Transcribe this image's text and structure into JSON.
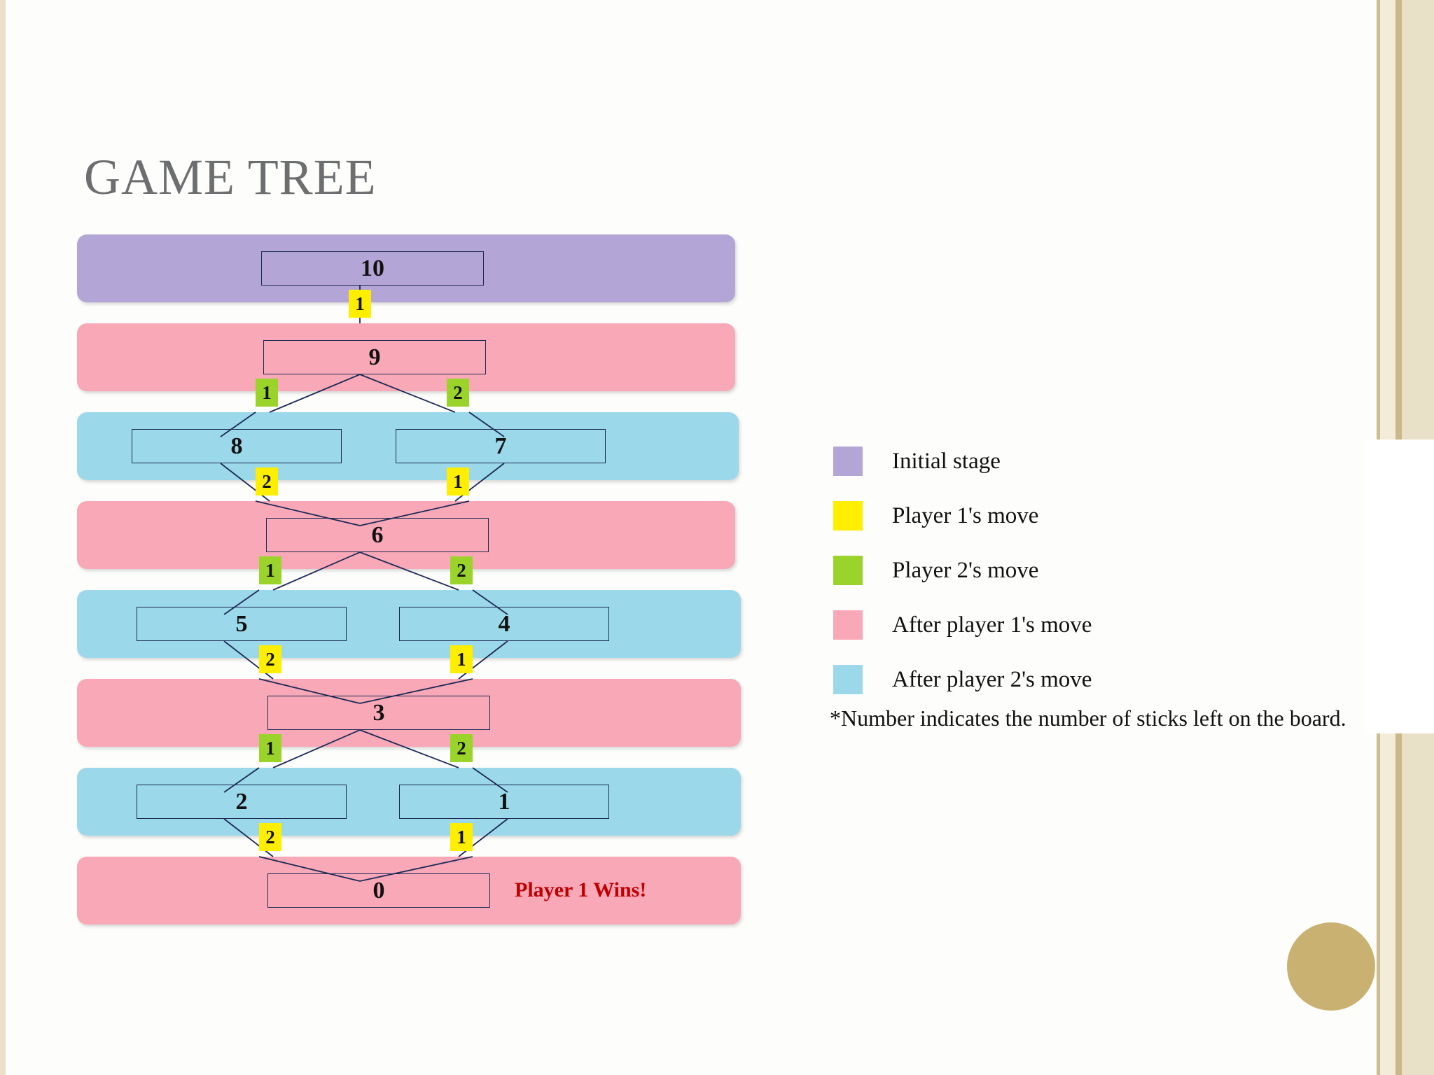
{
  "slide": {
    "title": "GAME TREE"
  },
  "tree": {
    "rows": [
      {
        "stage": "initial",
        "nodes": [
          {
            "value": "10"
          }
        ]
      },
      {
        "stage": "after-player-1",
        "nodes": [
          {
            "value": "9"
          }
        ]
      },
      {
        "stage": "after-player-2",
        "nodes": [
          {
            "value": "8"
          },
          {
            "value": "7"
          }
        ]
      },
      {
        "stage": "after-player-1",
        "nodes": [
          {
            "value": "6"
          }
        ]
      },
      {
        "stage": "after-player-2",
        "nodes": [
          {
            "value": "5"
          },
          {
            "value": "4"
          }
        ]
      },
      {
        "stage": "after-player-1",
        "nodes": [
          {
            "value": "3"
          }
        ]
      },
      {
        "stage": "after-player-2",
        "nodes": [
          {
            "value": "2"
          },
          {
            "value": "1"
          }
        ]
      },
      {
        "stage": "after-player-1",
        "nodes": [
          {
            "value": "0"
          }
        ]
      }
    ],
    "moves": [
      {
        "label": "1",
        "player": "p1"
      },
      {
        "label": "1",
        "player": "p2"
      },
      {
        "label": "2",
        "player": "p2"
      },
      {
        "label": "2",
        "player": "p1"
      },
      {
        "label": "1",
        "player": "p1"
      },
      {
        "label": "1",
        "player": "p2"
      },
      {
        "label": "2",
        "player": "p2"
      },
      {
        "label": "2",
        "player": "p1"
      },
      {
        "label": "1",
        "player": "p1"
      },
      {
        "label": "1",
        "player": "p2"
      },
      {
        "label": "2",
        "player": "p2"
      },
      {
        "label": "2",
        "player": "p1"
      },
      {
        "label": "1",
        "player": "p1"
      }
    ],
    "outcome": "Player 1 Wins!"
  },
  "legend": {
    "items": [
      {
        "label": "Initial stage",
        "color": "#b3a6d6"
      },
      {
        "label": "Player 1's move",
        "color": "#ffee00"
      },
      {
        "label": "Player 2's move",
        "color": "#9ad42a"
      },
      {
        "label": "After player 1's move",
        "color": "#f9a8b8"
      },
      {
        "label": "After player 2's move",
        "color": "#9bd8ea"
      }
    ],
    "note": "*Number indicates the number of sticks left on the board."
  },
  "chart_data": {
    "type": "diagram",
    "title": "GAME TREE",
    "nodes": [
      10,
      9,
      8,
      7,
      6,
      5,
      4,
      3,
      2,
      1,
      0
    ],
    "edge_labels": [
      1,
      1,
      2,
      2,
      1,
      1,
      2,
      2,
      1,
      1,
      2,
      2,
      1
    ],
    "note": "*Number indicates the number of sticks left on the board."
  }
}
